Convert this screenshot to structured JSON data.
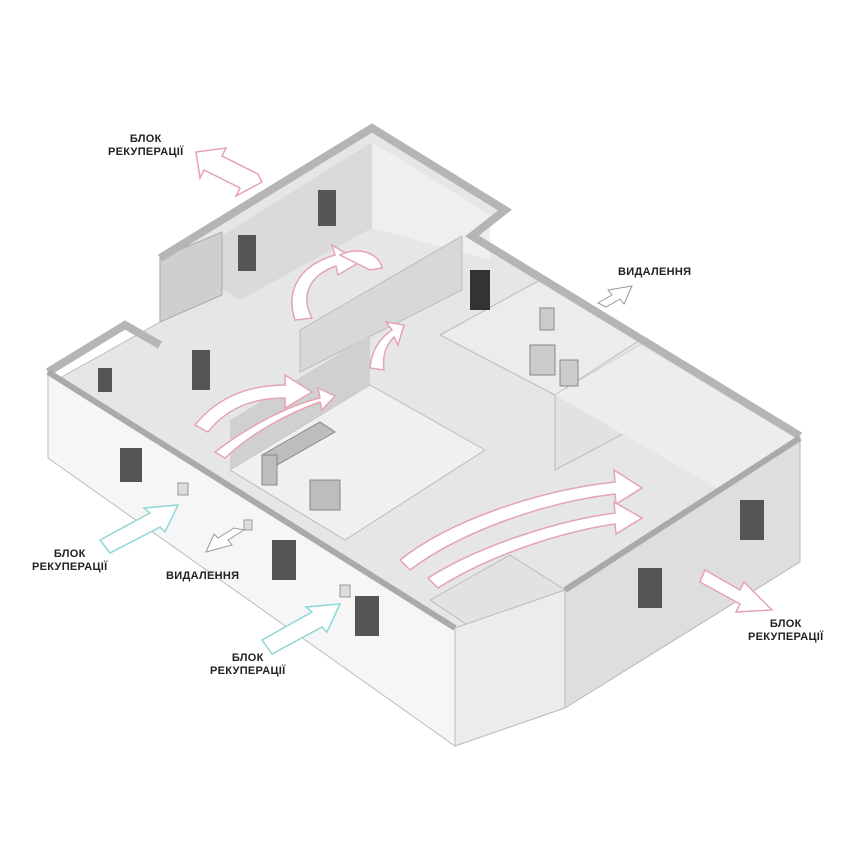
{
  "labels": {
    "recovery_top_left": {
      "line1": "БЛОК",
      "line2": "РЕКУПЕРАЦІЇ"
    },
    "exhaust_top_right": "ВИДАЛЕННЯ",
    "recovery_left": {
      "line1": "БЛОК",
      "line2": "РЕКУПЕРАЦІЇ"
    },
    "exhaust_front": "ВИДАЛЕННЯ",
    "recovery_front": {
      "line1": "БЛОК",
      "line2": "РЕКУПЕРАЦІЇ"
    },
    "recovery_right": {
      "line1": "БЛОК",
      "line2": "РЕКУПЕРАЦІЇ"
    }
  },
  "colors": {
    "supply_arrow": "#8fd6d6",
    "exhaust_arrow": "#e6a3b2",
    "wall": "#f4f4f4",
    "wall_shade": "#dedede",
    "floor": "#e9e9e9"
  }
}
